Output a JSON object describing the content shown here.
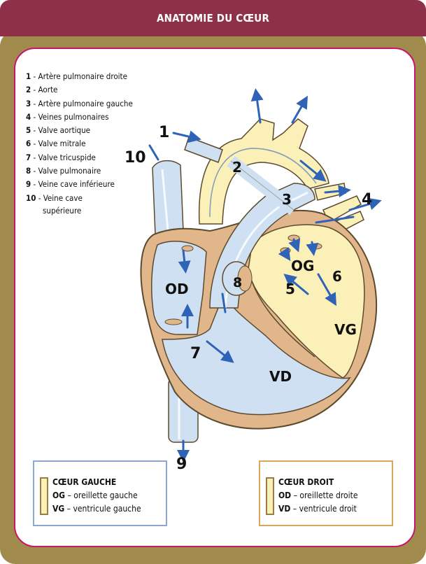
{
  "title": "ANATOMIE DU CŒUR",
  "legend": [
    {
      "num": "1",
      "text": "Artère pulmonaire droite"
    },
    {
      "num": "2",
      "text": "Aorte"
    },
    {
      "num": "3",
      "text": "Artère pulmonaire gauche"
    },
    {
      "num": "4",
      "text": "Veines pulmonaires"
    },
    {
      "num": "5",
      "text": "Valve aortique"
    },
    {
      "num": "6",
      "text": "Valve mitrale"
    },
    {
      "num": "7",
      "text": "Valve tricuspide"
    },
    {
      "num": "8",
      "text": "Valve pulmonaire"
    },
    {
      "num": "9",
      "text": "Veine cave inférieure"
    },
    {
      "num": "10",
      "text": "Veine cave",
      "text2": "supérieure"
    }
  ],
  "diagram_numbers": [
    "1",
    "2",
    "3",
    "4",
    "5",
    "6",
    "7",
    "8",
    "9",
    "10"
  ],
  "chambers": {
    "od": "OD",
    "og": "OG",
    "vg": "VG",
    "vd": "VD"
  },
  "box_left": {
    "title": "CŒUR GAUCHE",
    "line1_abbr": "OG",
    "line1_text": " – oreillette gauche",
    "line2_abbr": "VG",
    "line2_text": " – ventricule gauche"
  },
  "box_right": {
    "title": "CŒUR DROIT",
    "line1_abbr": "OD",
    "line1_text": " – oreillette droite",
    "line2_abbr": "VD",
    "line2_text": " – ventricule droit"
  },
  "colors": {
    "header": "#8f3049",
    "olive": "#a08a4c",
    "card_border": "#c8156a",
    "blue_chamber": "#cfe0f2",
    "yellow_chamber": "#fbf1b8",
    "wall": "#e0b68a",
    "arrow": "#2e63b7",
    "box_left_border": "#8ea6d2",
    "box_right_border": "#d8a65e"
  }
}
